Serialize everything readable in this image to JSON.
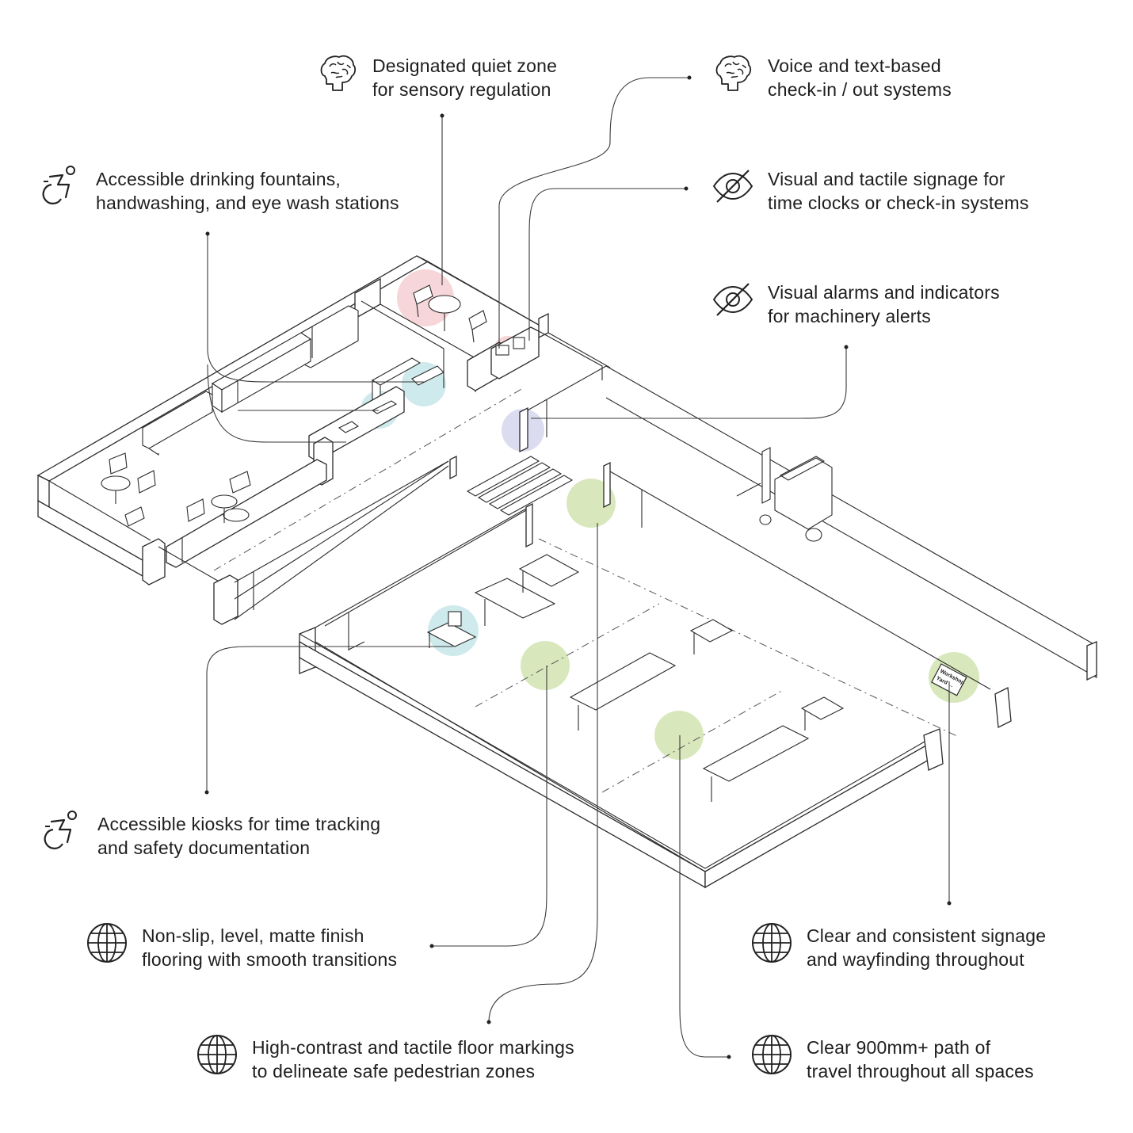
{
  "callouts": {
    "quiet_zone": {
      "icon": "brain-icon",
      "line1": "Designated quiet zone",
      "line2": "for sensory regulation"
    },
    "voice_checkin": {
      "icon": "brain-icon",
      "line1": "Voice and text-based",
      "line2": "check-in / out systems"
    },
    "fountains": {
      "icon": "wheelchair-icon",
      "line1": "Accessible drinking fountains,",
      "line2": "handwashing, and eye wash stations"
    },
    "tactile_signage": {
      "icon": "eye-slash-icon",
      "line1": "Visual and tactile signage for",
      "line2": "time clocks or check-in systems"
    },
    "visual_alarms": {
      "icon": "eye-slash-icon",
      "line1": "Visual alarms and indicators",
      "line2": "for machinery alerts"
    },
    "kiosks": {
      "icon": "wheelchair-icon",
      "line1": "Accessible kiosks for time tracking",
      "line2": "and safety documentation"
    },
    "flooring": {
      "icon": "globe-icon",
      "line1": "Non-slip, level, matte finish",
      "line2": "flooring with smooth transitions"
    },
    "signage": {
      "icon": "globe-icon",
      "line1": "Clear and consistent signage",
      "line2": "and wayfinding throughout"
    },
    "floor_markings": {
      "icon": "globe-icon",
      "line1": "High-contrast and tactile floor markings",
      "line2": "to delineate safe pedestrian zones"
    },
    "path_travel": {
      "icon": "globe-icon",
      "line1": "Clear 900mm+ path of",
      "line2": "travel throughout all spaces"
    }
  },
  "sign": {
    "line1": "Workshop",
    "line2": "Yard →"
  },
  "colors": {
    "quiet_pink": "#f6d6d8",
    "water_teal": "#cfeaec",
    "alarm_purple": "#dcdcf0",
    "floor_green": "#d8e8bc",
    "line": "#2a2a2a"
  }
}
